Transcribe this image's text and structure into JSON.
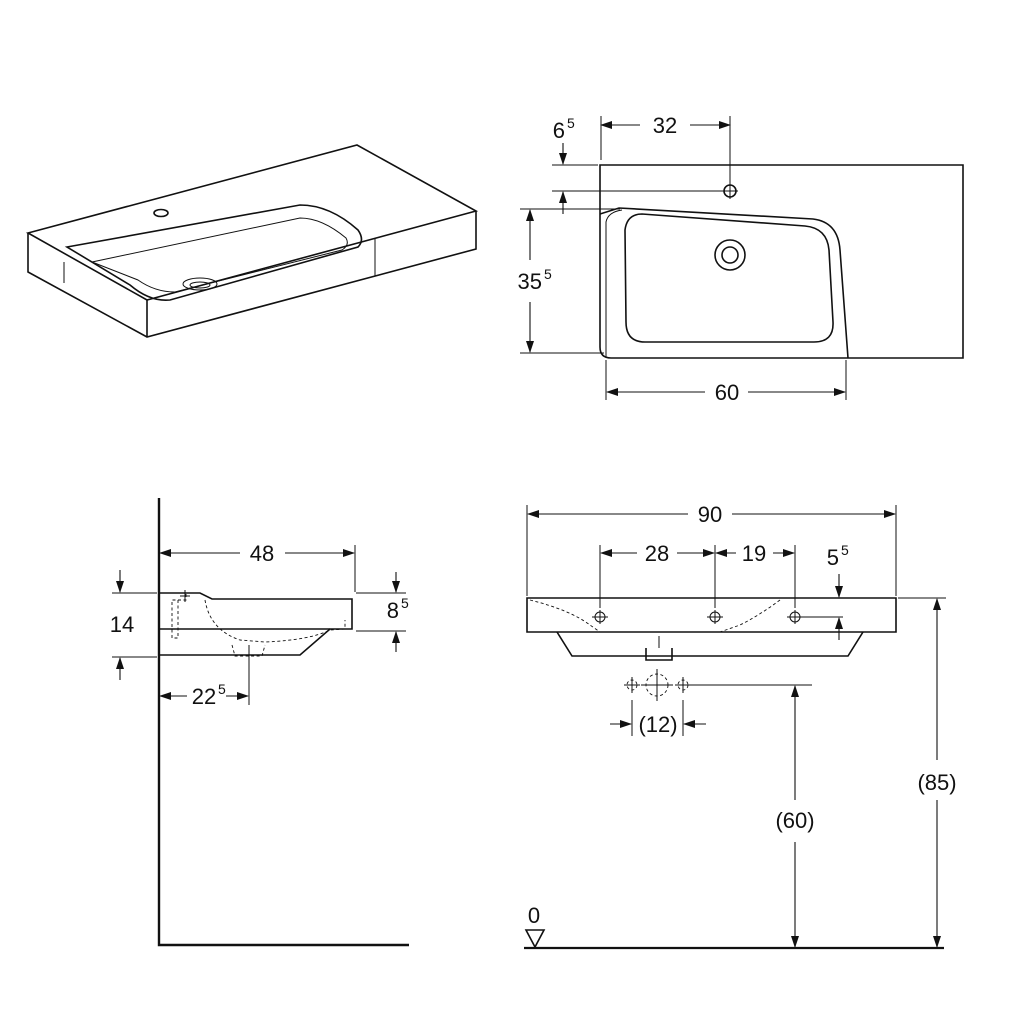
{
  "dimensions": {
    "tap_offset": {
      "main": "6",
      "sup": "5"
    },
    "tap_distance": "32",
    "basin_depth": {
      "main": "35",
      "sup": "5"
    },
    "basin_width": "60",
    "overall_depth": "48",
    "overall_height": "14",
    "rim_height": {
      "main": "8",
      "sup": "5"
    },
    "drain_offset": {
      "main": "22",
      "sup": "5"
    },
    "overall_width": "90",
    "hole_spacing_a": "28",
    "hole_spacing_b": "19",
    "hole_height": {
      "main": "5",
      "sup": "5"
    },
    "drain_spacing": "(12)",
    "drain_height": "(60)",
    "mounting_height": "(85)",
    "floor_level": "0"
  }
}
